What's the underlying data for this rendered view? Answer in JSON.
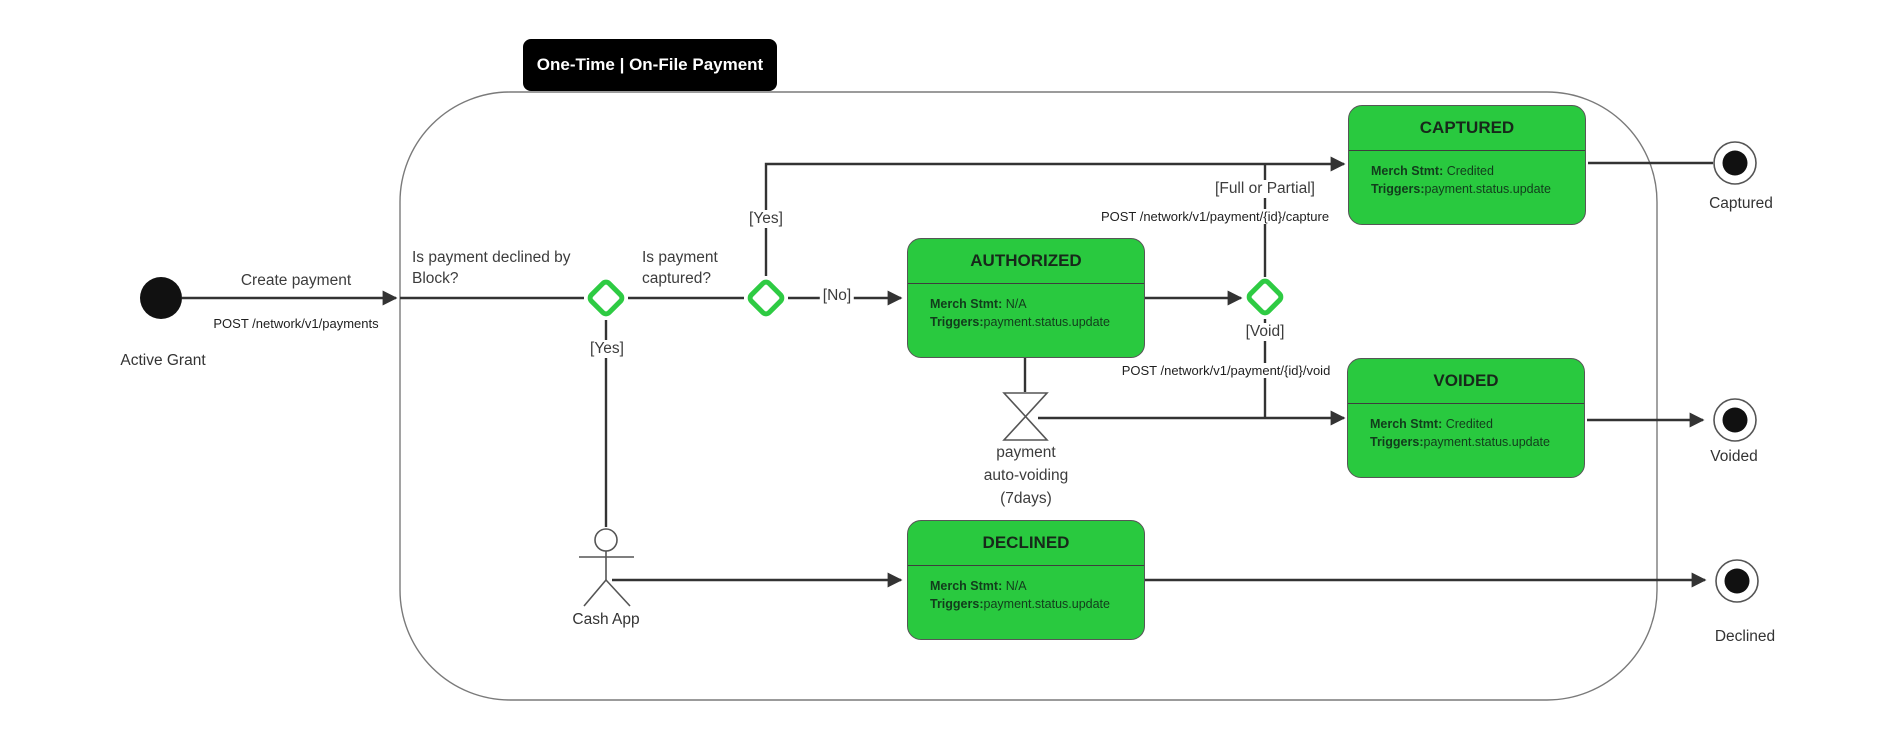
{
  "title_tag": {
    "label": "One-Time | On-File Payment"
  },
  "colors": {
    "edge": "#333333",
    "shape_outline": "#565656",
    "state_fill": "#29C93F",
    "state_title_text": "#17281a",
    "state_body_text": "#123c1c",
    "diamond_stroke": "#2ECB43",
    "container_stroke": "#7a7a7a",
    "title_bg": "#000000",
    "title_fg": "#ffffff",
    "label_text": "#3c3c3c",
    "api_text": "#1f1f1f"
  },
  "start_node": {
    "label": "Active Grant"
  },
  "actor": {
    "label": "Cash App"
  },
  "timer": {
    "label": "payment\nauto-voiding\n(7days)"
  },
  "questions": {
    "declined": "Is payment declined by Block?",
    "captured": "Is payment captured?"
  },
  "edge_labels": {
    "create_payment": "Create payment",
    "create_payment_api": "POST /network/v1/payments",
    "yes_declined": "[Yes]",
    "yes_captured": "[Yes]",
    "no_captured": "[No]",
    "full_or_partial": "[Full or Partial]",
    "capture_api": "POST /network/v1/payment/{id}/capture",
    "void": "[Void]",
    "void_api": "POST /network/v1/payment/{id}/void"
  },
  "states": {
    "authorized": {
      "title": "AUTHORIZED",
      "merch_label": "Merch Stmt:",
      "merch_value": " N/A",
      "triggers_label": "Triggers:",
      "triggers_value": "payment.status.update"
    },
    "captured": {
      "title": "CAPTURED",
      "merch_label": "Merch Stmt:",
      "merch_value": " Credited",
      "triggers_label": "Triggers:",
      "triggers_value": "payment.status.update"
    },
    "voided": {
      "title": "VOIDED",
      "merch_label": "Merch Stmt:",
      "merch_value": " Credited",
      "triggers_label": "Triggers:",
      "triggers_value": "payment.status.update"
    },
    "declined": {
      "title": "DECLINED",
      "merch_label": "Merch Stmt:",
      "merch_value": " N/A",
      "triggers_label": "Triggers:",
      "triggers_value": "payment.status.update"
    }
  },
  "end_nodes": {
    "captured": "Captured",
    "voided": "Voided",
    "declined": "Declined"
  }
}
